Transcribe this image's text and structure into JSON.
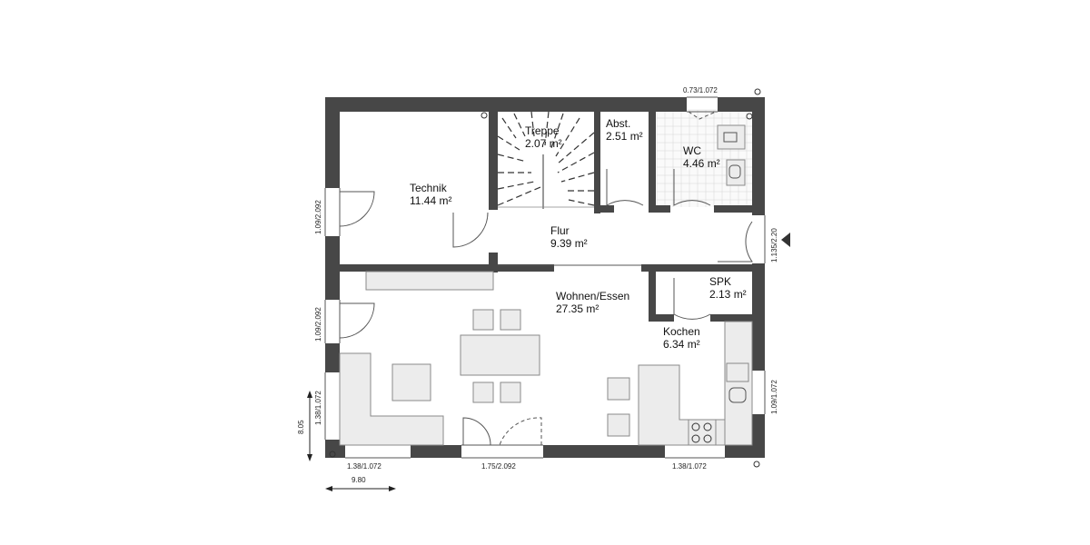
{
  "rooms": [
    {
      "id": "technik",
      "name": "Technik",
      "area": "11.44 m²"
    },
    {
      "id": "treppe",
      "name": "Treppe",
      "area": "2.07 m²"
    },
    {
      "id": "abst",
      "name": "Abst.",
      "area": "2.51 m²"
    },
    {
      "id": "wc",
      "name": "WC",
      "area": "4.46 m²"
    },
    {
      "id": "flur",
      "name": "Flur",
      "area": "9.39 m²"
    },
    {
      "id": "wohnen",
      "name": "Wohnen/Essen",
      "area": "27.35 m²"
    },
    {
      "id": "spk",
      "name": "SPK",
      "area": "2.13 m²"
    },
    {
      "id": "kochen",
      "name": "Kochen",
      "area": "6.34 m²"
    }
  ],
  "dimensions": {
    "top_window": "0.73/1.072",
    "left_window_upper": "1.09/2.092",
    "left_window_middle": "1.09/2.092",
    "left_window_lower": "1.38/1.072",
    "right_entrance": "1.135/2.20",
    "right_window": "1.09/1.072",
    "bottom_left": "1.38/1.072",
    "bottom_middle": "1.75/2.092",
    "bottom_right": "1.38/1.072",
    "overall_height": "8.05",
    "overall_width": "9.80"
  },
  "colors": {
    "wall": "#474747",
    "fixture": "#ececec"
  }
}
